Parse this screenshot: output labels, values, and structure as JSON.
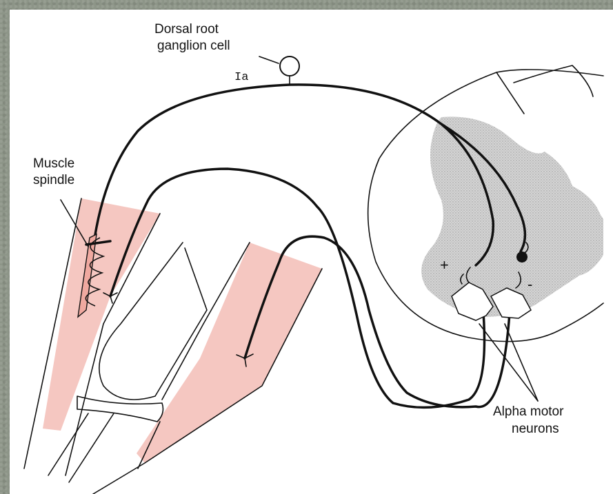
{
  "labels": {
    "dorsal_root_line1": "Dorsal root",
    "dorsal_root_line2": "ganglion cell",
    "ia": "Ia",
    "muscle_spindle_line1": "Muscle",
    "muscle_spindle_line2": "spindle",
    "plus": "+",
    "minus": "-",
    "alpha_motor_line1": "Alpha motor",
    "alpha_motor_line2": "neurons"
  },
  "colors": {
    "background": "#8d9588",
    "panel": "#ffffff",
    "muscle": "#f5c7c1",
    "gray_matter": "#c9c9c9",
    "ink": "#111111"
  }
}
